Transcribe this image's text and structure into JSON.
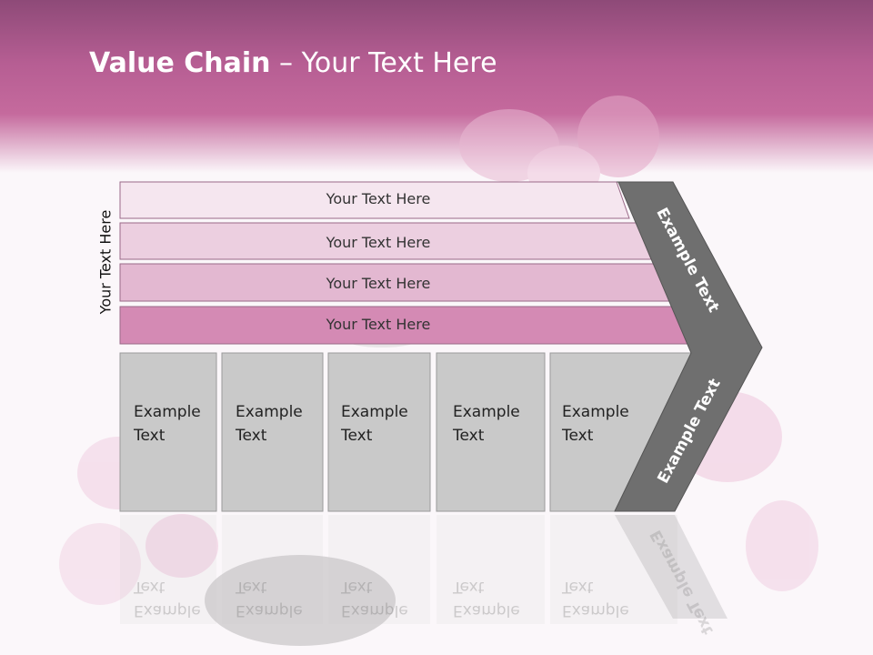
{
  "title": {
    "bold": "Value Chain",
    "rest": " – Your Text Here"
  },
  "side_label": "Your Text Here",
  "bands": [
    {
      "label": "Your Text Here",
      "color": "#f5e6ef"
    },
    {
      "label": "Your Text Here",
      "color": "#eccfe0"
    },
    {
      "label": "Your Text Here",
      "color": "#e3b8d1"
    },
    {
      "label": "Your Text Here",
      "color": "#d48ab4"
    }
  ],
  "cells": [
    {
      "line1": "Example",
      "line2": "Text"
    },
    {
      "line1": "Example",
      "line2": "Text"
    },
    {
      "line1": "Example",
      "line2": "Text"
    },
    {
      "line1": "Example",
      "line2": "Text"
    },
    {
      "line1": "Example",
      "line2": "Text"
    }
  ],
  "chevron": {
    "upper": "Example Text",
    "lower": "Example Text"
  },
  "colors": {
    "cell": "#c9c9c9",
    "chevron": "#6f6f6f",
    "header": "#b65e93"
  }
}
